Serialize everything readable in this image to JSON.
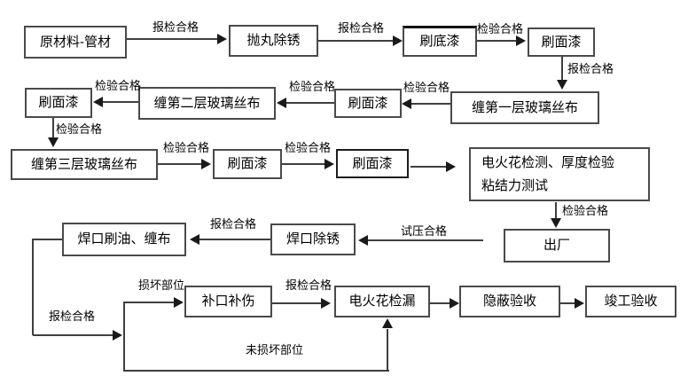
{
  "flowchart": {
    "nodes": {
      "raw_material": {
        "label": "原材料-管材"
      },
      "shot_blast": {
        "label": "抛丸除锈"
      },
      "primer": {
        "label": "刷底漆"
      },
      "topcoat_r1": {
        "label": "刷面漆"
      },
      "wrap_layer1": {
        "label": "缠第一层玻璃丝布"
      },
      "topcoat_r2_mid": {
        "label": "刷面漆"
      },
      "wrap_layer2": {
        "label": "缠第二层玻璃丝布"
      },
      "topcoat_r2_left": {
        "label": "刷面漆"
      },
      "wrap_layer3": {
        "label": "缠第三层玻璃丝布"
      },
      "topcoat_r3_a": {
        "label": "刷面漆"
      },
      "topcoat_r3_b": {
        "label": "刷面漆"
      },
      "spark_thickness_test": {
        "label": "电火花检测、厚度检验\n粘结力测试"
      },
      "factory_out": {
        "label": "出厂"
      },
      "weld_derust": {
        "label": "焊口除锈"
      },
      "weld_oil_wrap": {
        "label": "焊口刷油、缠布"
      },
      "patch_repair": {
        "label": "补口补伤"
      },
      "spark_leak_test": {
        "label": "电火花检漏"
      },
      "hidden_acceptance": {
        "label": "隐蔽验收"
      },
      "completion_acceptance": {
        "label": "竣工验收"
      }
    },
    "edge_labels": {
      "l1": "报检合格",
      "l2": "报检合格",
      "l3": "检验合格",
      "l4": "报检合格",
      "l5": "检验合格",
      "l6": "检验合格",
      "l7": "检验合格",
      "l8": "检验合格",
      "l9": "检验合格",
      "l10": "检验合格",
      "l11": "检验合格",
      "l12": "试压合格",
      "l13": "报检合格",
      "l14": "报检合格",
      "l15": "损坏部位",
      "l16": "报检合格",
      "l17": "未损坏部位"
    },
    "colors": {
      "background": "#ffffff",
      "line": "#3f3f3f",
      "box_border": "#4a4a4a",
      "text": "#000000"
    }
  }
}
